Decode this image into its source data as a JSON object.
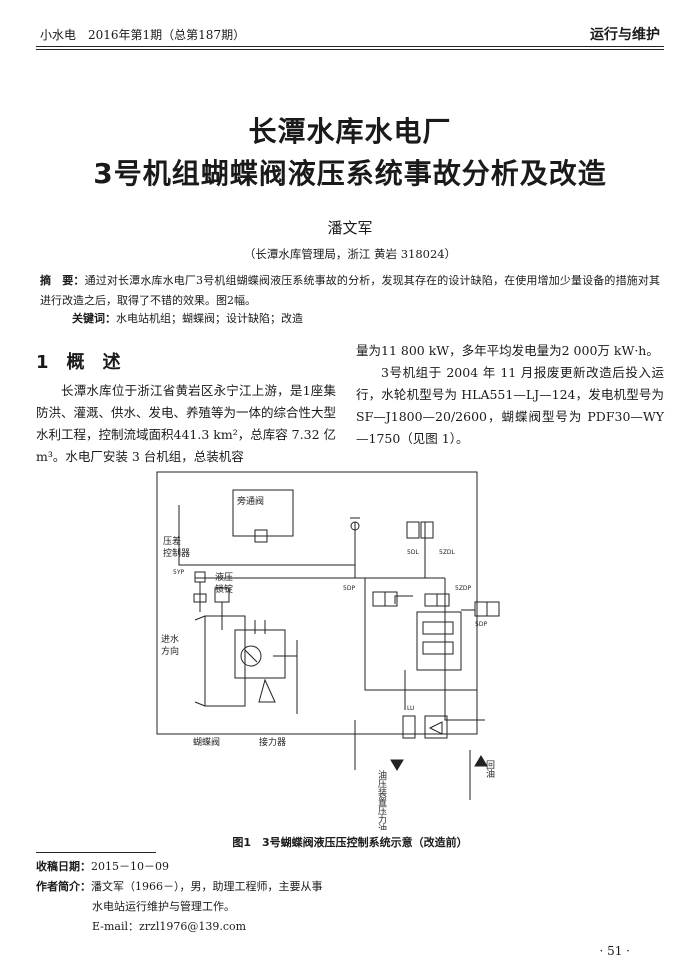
{
  "header": {
    "journal": "小水电　2016年第1期（总第187期）",
    "section": "运行与维护"
  },
  "title": {
    "line1": "长潭水库水电厂",
    "line2": "3号机组蝴蝶阀液压系统事故分析及改造"
  },
  "author": "潘文军",
  "affiliation": "（长潭水库管理局，浙江 黄岩 318024）",
  "abstract": {
    "label": "摘　要：",
    "text": "通过对长潭水库水电厂3号机组蝴蝶阀液压系统事故的分析，发现其存在的设计缺陷，在使用增加少量设备的措施对其进行改造之后，取得了不错的效果。图2幅。"
  },
  "keywords": {
    "label": "关键词：",
    "text": "水电站机组；蝴蝶阀；设计缺陷；改造"
  },
  "section1": {
    "heading": "1　概　述",
    "para_left": "长潭水库位于浙江省黄岩区永宁江上游，是1座集防洪、灌溉、供水、发电、养殖等为一体的综合性大型水利工程，控制流域面积441.3 km²，总库容 7.32 亿 m³。水电厂安装 3 台机组，总装机容",
    "para_right_1": "量为11 800 kW，多年平均发电量为2 000万 kW·h。",
    "para_right_2": "3号机组于 2004 年 11 月报废更新改造后投入运行，水轮机型号为 HLA551—LJ—124，发电机型号为 SF—J1800—20/2600，蝴蝶阀型号为 PDF30—WY—1750（见图 1）。"
  },
  "figure": {
    "labels": {
      "bypass_valve": "旁通阀",
      "pressure_controller_1": "压差",
      "pressure_controller_2": "控制器",
      "hydraulic_lock_1": "液压",
      "hydraulic_lock_2": "锁锭",
      "inlet_1": "进水",
      "inlet_2": "方向",
      "butterfly_valve": "蝴蝶阀",
      "servomotor": "接力器",
      "return_oil": "回油",
      "pressure_oil": "油压装置压力油",
      "tag_5yp": "5YP",
      "tag_5dp": "5DP",
      "tag_5dp2": "5DP",
      "tag_5zhp": "5ZDP",
      "tag_5dl": "5DL",
      "tag_5zdl": "5ZDL",
      "tag_lu": "LU"
    },
    "caption": "图1　3号蝴蝶阀液压压控制系统示意（改造前）"
  },
  "footnote": {
    "received_label": "收稿日期：",
    "received": "2015－10－09",
    "author_label": "作者简介：",
    "author_line1": "潘文军（1966－），男，助理工程师，主要从事",
    "author_line2": "水电站运行维护与管理工作。",
    "email": "E-mail：zrzl1976@139.com"
  },
  "page_number": "· 51 ·"
}
